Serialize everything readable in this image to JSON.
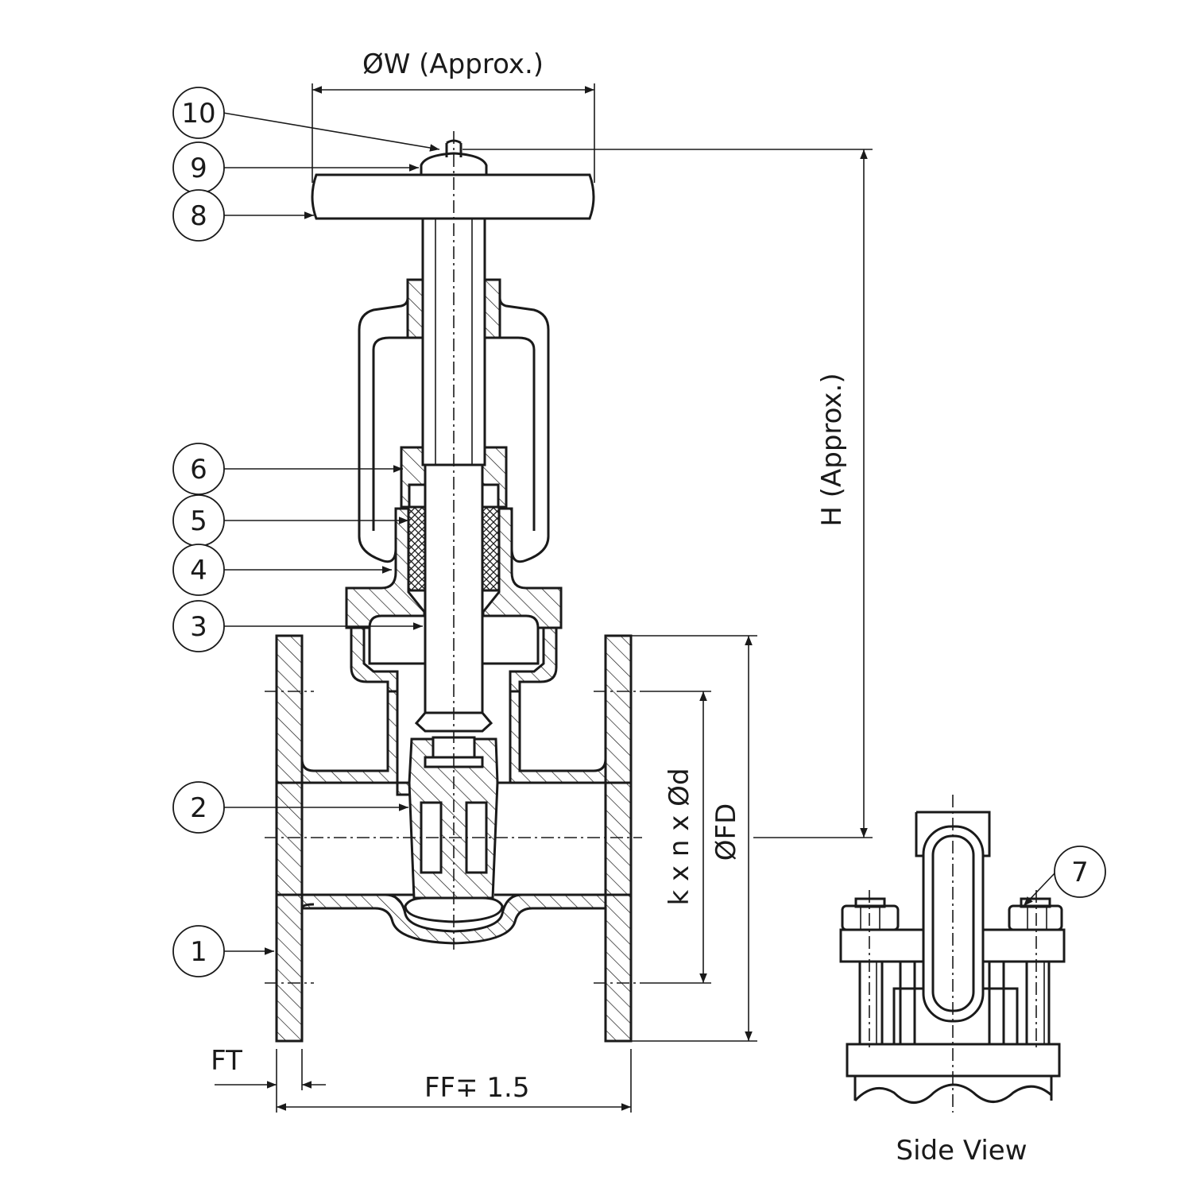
{
  "dimensions": {
    "overall_width": "ØW (Approx.)",
    "overall_height": "H (Approx.)",
    "flange_diameter": "ØFD",
    "bolt_holes": "k x n x Ød",
    "face_to_face": "FF",
    "face_to_face_tolerance": "∓ 1.5",
    "flange_thickness": "FT"
  },
  "part_callouts": [
    "1",
    "2",
    "3",
    "4",
    "5",
    "6",
    "7",
    "8",
    "9",
    "10"
  ],
  "side_view": {
    "caption": "Side View"
  }
}
